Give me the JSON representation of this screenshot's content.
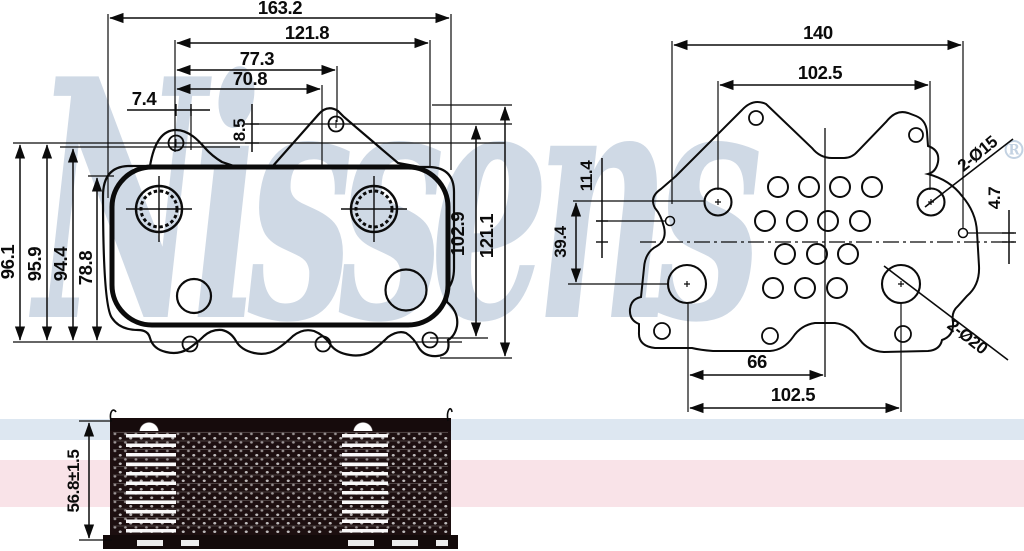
{
  "watermark": {
    "text": "Nissens",
    "registered_mark": "®",
    "color": "#cfd9e5"
  },
  "colors": {
    "stripe_blue": "#dde7f1",
    "stripe_pink": "#f9e3e8",
    "line_art": "#0b0b0b",
    "core_dark": "#1d0f10"
  },
  "front_view": {
    "dim_total_width": "163.2",
    "dim_width_121_8": "121.8",
    "dim_width_77_3": "77.3",
    "dim_width_70_8": "70.8",
    "dim_offset_7_4": "7.4",
    "dim_offset_8_5": "8.5",
    "dim_height_96_1": "96.1",
    "dim_height_95_9": "95.9",
    "dim_height_94_4": "94.4",
    "dim_height_78_8": "78.8",
    "dim_height_102_9": "102.9",
    "dim_height_121_1": "121.1"
  },
  "back_view": {
    "dim_width_140": "140",
    "dim_width_102_5_top": "102.5",
    "dim_offset_11_4": "11.4",
    "dim_offset_39_4": "39.4",
    "dim_width_66": "66",
    "dim_width_102_5_bottom": "102.5",
    "label_holes_d15": "2-Ø15",
    "dim_offset_4_7": "4.7",
    "label_holes_d20": "2-Ø20"
  },
  "side_view": {
    "dim_height_tolerance": "56.8±1.5"
  }
}
